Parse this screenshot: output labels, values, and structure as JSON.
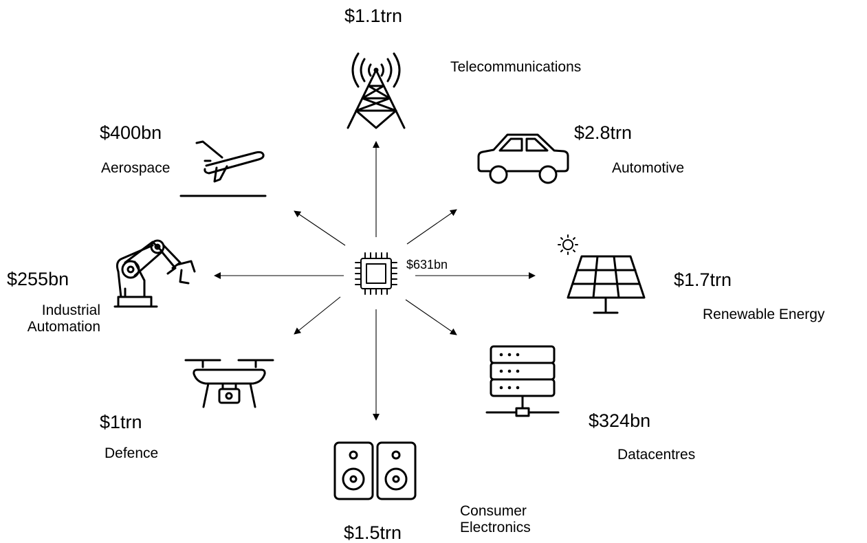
{
  "center": {
    "value": "$631bn",
    "icon": "microchip-icon"
  },
  "sectors": [
    {
      "key": "telecommunications",
      "value": "$1.1trn",
      "label": "Telecommunications",
      "icon": "cell-tower-icon"
    },
    {
      "key": "automotive",
      "value": "$2.8trn",
      "label": "Automotive",
      "icon": "car-icon"
    },
    {
      "key": "renewable-energy",
      "value": "$1.7trn",
      "label": "Renewable Energy",
      "icon": "solar-panel-icon"
    },
    {
      "key": "datacentres",
      "value": "$324bn",
      "label": "Datacentres",
      "icon": "server-rack-icon"
    },
    {
      "key": "consumer-electronics",
      "value": "$1.5trn",
      "label": "Consumer\nElectronics",
      "icon": "speakers-icon"
    },
    {
      "key": "defence",
      "value": "$1trn",
      "label": "Defence",
      "icon": "drone-icon"
    },
    {
      "key": "industrial-automation",
      "value": "$255bn",
      "label": "Industrial\nAutomation",
      "icon": "robot-arm-icon"
    },
    {
      "key": "aerospace",
      "value": "$400bn",
      "label": "Aerospace",
      "icon": "airplane-takeoff-icon"
    }
  ]
}
